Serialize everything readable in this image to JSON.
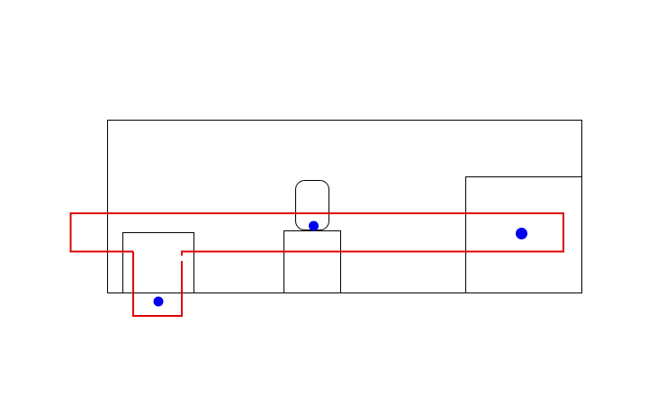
{
  "colors": {
    "background": "#ffffff",
    "outline": "#000000",
    "path": "#e00000",
    "marker": "#0000ee"
  },
  "shapes": [
    {
      "kind": "rect",
      "name": "outer-container-box"
    },
    {
      "kind": "rect",
      "name": "left-small-box"
    },
    {
      "kind": "rect",
      "name": "center-box"
    },
    {
      "kind": "rect-rounded",
      "name": "center-capsule"
    },
    {
      "kind": "rect",
      "name": "right-box"
    }
  ],
  "path": {
    "name": "red-route-path"
  },
  "markers": [
    {
      "name": "marker-left"
    },
    {
      "name": "marker-center"
    },
    {
      "name": "marker-right"
    }
  ]
}
